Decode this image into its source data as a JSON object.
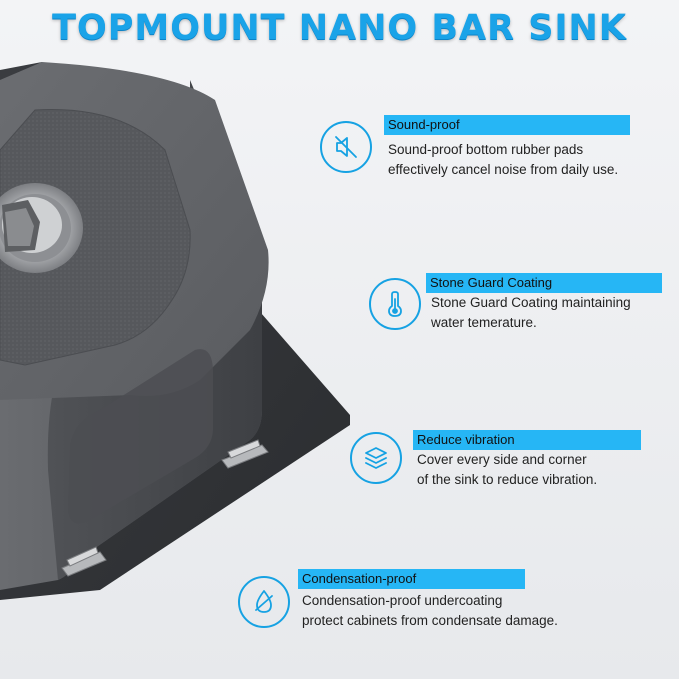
{
  "title": "TOPMOUNT NANO BAR SINK",
  "features": [
    {
      "icon": "mute-speaker-icon",
      "label": "Sound-proof",
      "lines": [
        "Sound-proof bottom rubber pads",
        "effectively cancel noise from daily use."
      ]
    },
    {
      "icon": "thermometer-icon",
      "label": "Stone Guard Coating",
      "lines": [
        "Stone Guard Coating maintaining",
        "water temerature."
      ]
    },
    {
      "icon": "layers-icon",
      "label": "Reduce vibration",
      "lines": [
        "Cover every side and corner",
        "of the sink to reduce vibration."
      ]
    },
    {
      "icon": "water-drop-icon",
      "label": "Condensation-proof",
      "lines": [
        "Condensation-proof undercoating",
        "protect cabinets from condensate damage."
      ]
    }
  ],
  "colors": {
    "accent": "#16a2e3",
    "label_bar": "#26b6f5",
    "sink_body": "#5f6166"
  }
}
